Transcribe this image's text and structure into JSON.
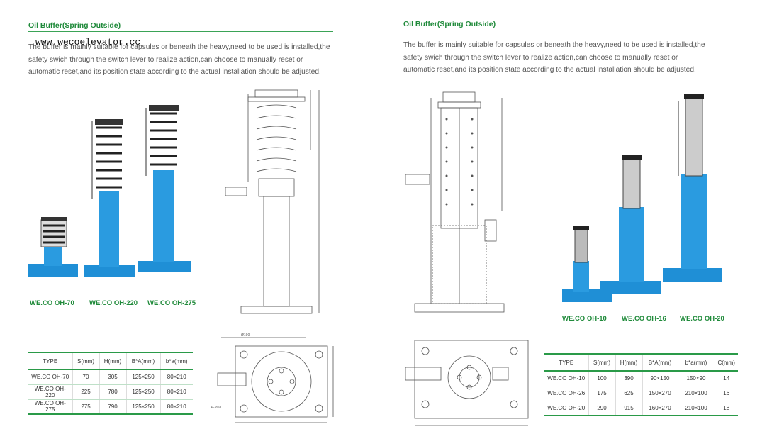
{
  "left": {
    "title": "Oil Buffer(Spring Outside)",
    "watermark": "www.wecoelevator.cc",
    "paragraph_lines": [
      "The buffer is mainly suitable for capsules or beneath the heavy,need to be used is installed,the",
      "safety swich through the switch lever to realize action,can choose to manually reset or",
      "automatic reset,and its position state according to the actual installation should be adjusted."
    ],
    "models": [
      "WE.CO OH-70",
      "WE.CO OH-220",
      "WE.CO OH-275"
    ],
    "table": {
      "headers": [
        "TYPE",
        "S(mm)",
        "H(mm)",
        "B*A(mm)",
        "b*a(mm)"
      ],
      "rows": [
        [
          "WE.CO OH-70",
          "70",
          "305",
          "125×250",
          "80×210"
        ],
        [
          "WE.CO OH-220",
          "225",
          "780",
          "125×250",
          "80×210"
        ],
        [
          "WE.CO OH-275",
          "275",
          "790",
          "125×250",
          "80×210"
        ]
      ]
    },
    "drawing_labels": {
      "top_dim": "Ø190",
      "holes": "4−Ø18"
    }
  },
  "right": {
    "title": "Oil Buffer(Spring Outside)",
    "paragraph_lines": [
      "The buffer is mainly suitable for capsules or beneath the heavy,need to be used is installed,the",
      "safety swich through the switch lever to realize action,can choose to manually reset or",
      "automatic reset,and its position state according to the actual installation should be adjusted."
    ],
    "models": [
      "WE.CO OH-10",
      "WE.CO OH-16",
      "WE.CO OH-20"
    ],
    "table": {
      "headers": [
        "TYPE",
        "S(mm)",
        "H(mm)",
        "B*A(mm)",
        "b*a(mm)",
        "C(mm)"
      ],
      "rows": [
        [
          "WE.CO OH-10",
          "100",
          "390",
          "90×150",
          "150×90",
          "14"
        ],
        [
          "WE.CO OH-26",
          "175",
          "625",
          "150×270",
          "210×100",
          "16"
        ],
        [
          "WE.CO OH-20",
          "290",
          "915",
          "160×270",
          "210×100",
          "18"
        ]
      ]
    }
  },
  "colors": {
    "accent": "#1f8a3a",
    "product_blue": "#1f8fd6"
  }
}
